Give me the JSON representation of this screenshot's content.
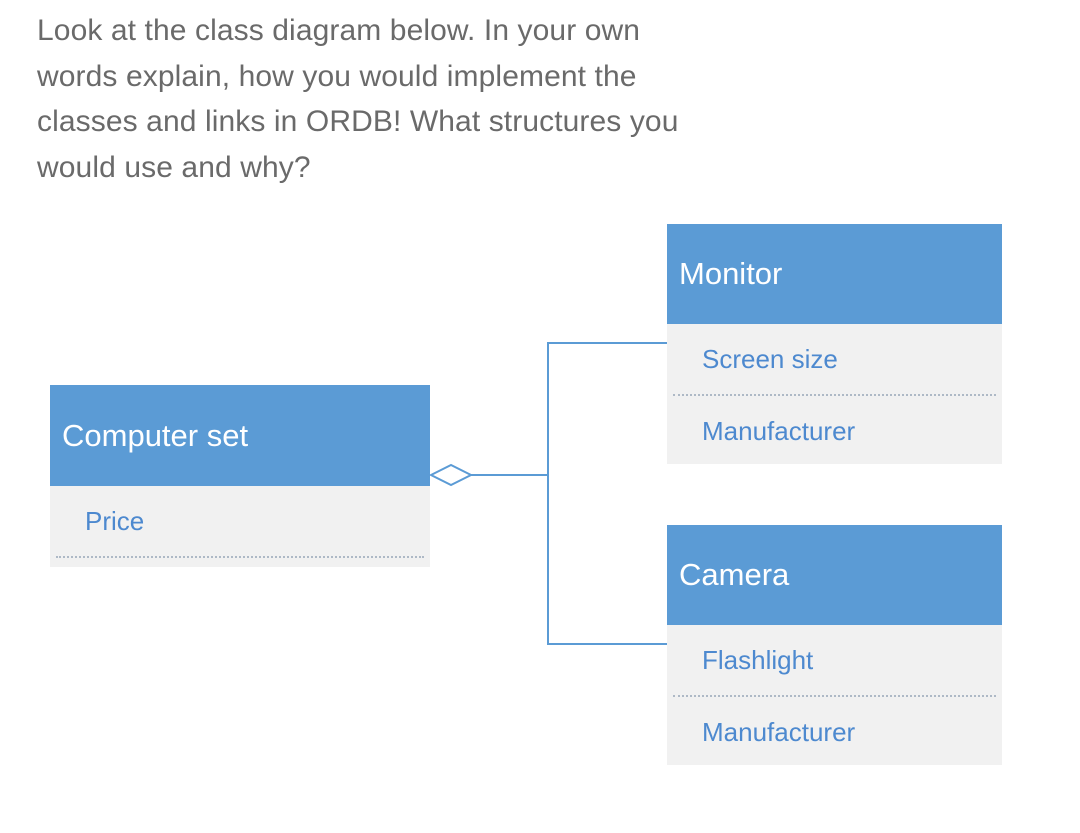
{
  "question": {
    "lines": [
      "Look at the class diagram below. In your own",
      "words explain, how you would implement the",
      "classes and links in ORDB! What structures you",
      "would use and why?"
    ]
  },
  "diagram": {
    "classes": {
      "computer_set": {
        "name": "Computer set",
        "attributes": [
          "Price"
        ]
      },
      "monitor": {
        "name": "Monitor",
        "attributes": [
          "Screen size",
          "Manufacturer"
        ]
      },
      "camera": {
        "name": "Camera",
        "attributes": [
          "Flashlight",
          "Manufacturer"
        ]
      }
    },
    "relationship": {
      "type": "aggregation",
      "whole": "Computer set",
      "parts": [
        "Monitor",
        "Camera"
      ]
    }
  },
  "colors": {
    "question_text": "#6a6a6a",
    "class_header_bg": "#5b9bd5",
    "class_header_text": "#ffffff",
    "class_body_bg": "#f1f1f1",
    "attribute_text": "#4d89cf",
    "connector_line": "#5b9bd5"
  }
}
